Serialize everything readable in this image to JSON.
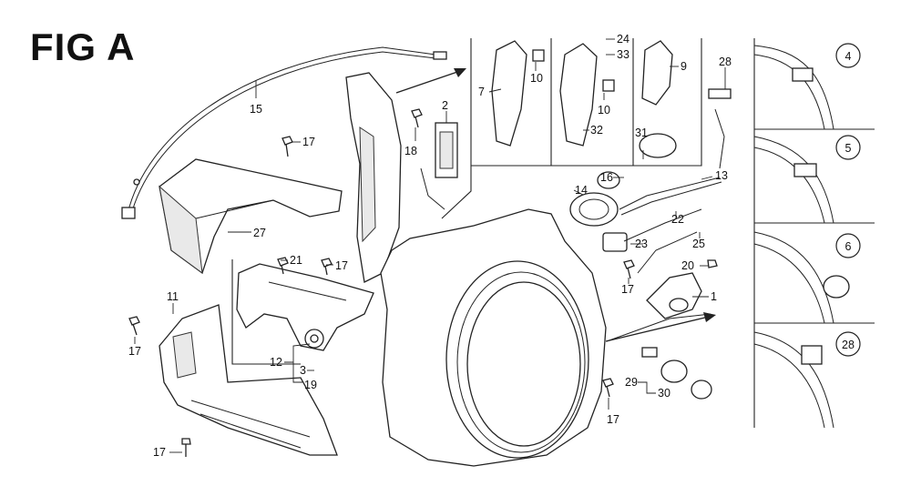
{
  "figure": {
    "title": "FIG A"
  },
  "part_labels": [
    {
      "id": "l15",
      "text": "15"
    },
    {
      "id": "l17a",
      "text": "17"
    },
    {
      "id": "l18",
      "text": "18"
    },
    {
      "id": "l2",
      "text": "2"
    },
    {
      "id": "l7",
      "text": "7"
    },
    {
      "id": "l10a",
      "text": "10"
    },
    {
      "id": "l24",
      "text": "24"
    },
    {
      "id": "l33",
      "text": "33"
    },
    {
      "id": "l9",
      "text": "9"
    },
    {
      "id": "l10b",
      "text": "10"
    },
    {
      "id": "l32",
      "text": "32"
    },
    {
      "id": "l28",
      "text": "28"
    },
    {
      "id": "l31",
      "text": "31"
    },
    {
      "id": "l16",
      "text": "16"
    },
    {
      "id": "l13",
      "text": "13"
    },
    {
      "id": "l14",
      "text": "14"
    },
    {
      "id": "l27",
      "text": "27"
    },
    {
      "id": "l21",
      "text": "21"
    },
    {
      "id": "l17b",
      "text": "17"
    },
    {
      "id": "l22",
      "text": "22"
    },
    {
      "id": "l25",
      "text": "25"
    },
    {
      "id": "l23",
      "text": "23"
    },
    {
      "id": "l20",
      "text": "20"
    },
    {
      "id": "l17c",
      "text": "17"
    },
    {
      "id": "l1",
      "text": "1"
    },
    {
      "id": "l11",
      "text": "11"
    },
    {
      "id": "l17d",
      "text": "17"
    },
    {
      "id": "l12",
      "text": "12"
    },
    {
      "id": "l3",
      "text": "3"
    },
    {
      "id": "l19",
      "text": "19"
    },
    {
      "id": "l29",
      "text": "29"
    },
    {
      "id": "l30",
      "text": "30"
    },
    {
      "id": "l17e",
      "text": "17"
    },
    {
      "id": "l17f",
      "text": "17"
    }
  ],
  "detail_callouts": [
    {
      "id": "c4",
      "text": "4"
    },
    {
      "id": "c5",
      "text": "5"
    },
    {
      "id": "c6",
      "text": "6"
    },
    {
      "id": "c28",
      "text": "28"
    }
  ]
}
